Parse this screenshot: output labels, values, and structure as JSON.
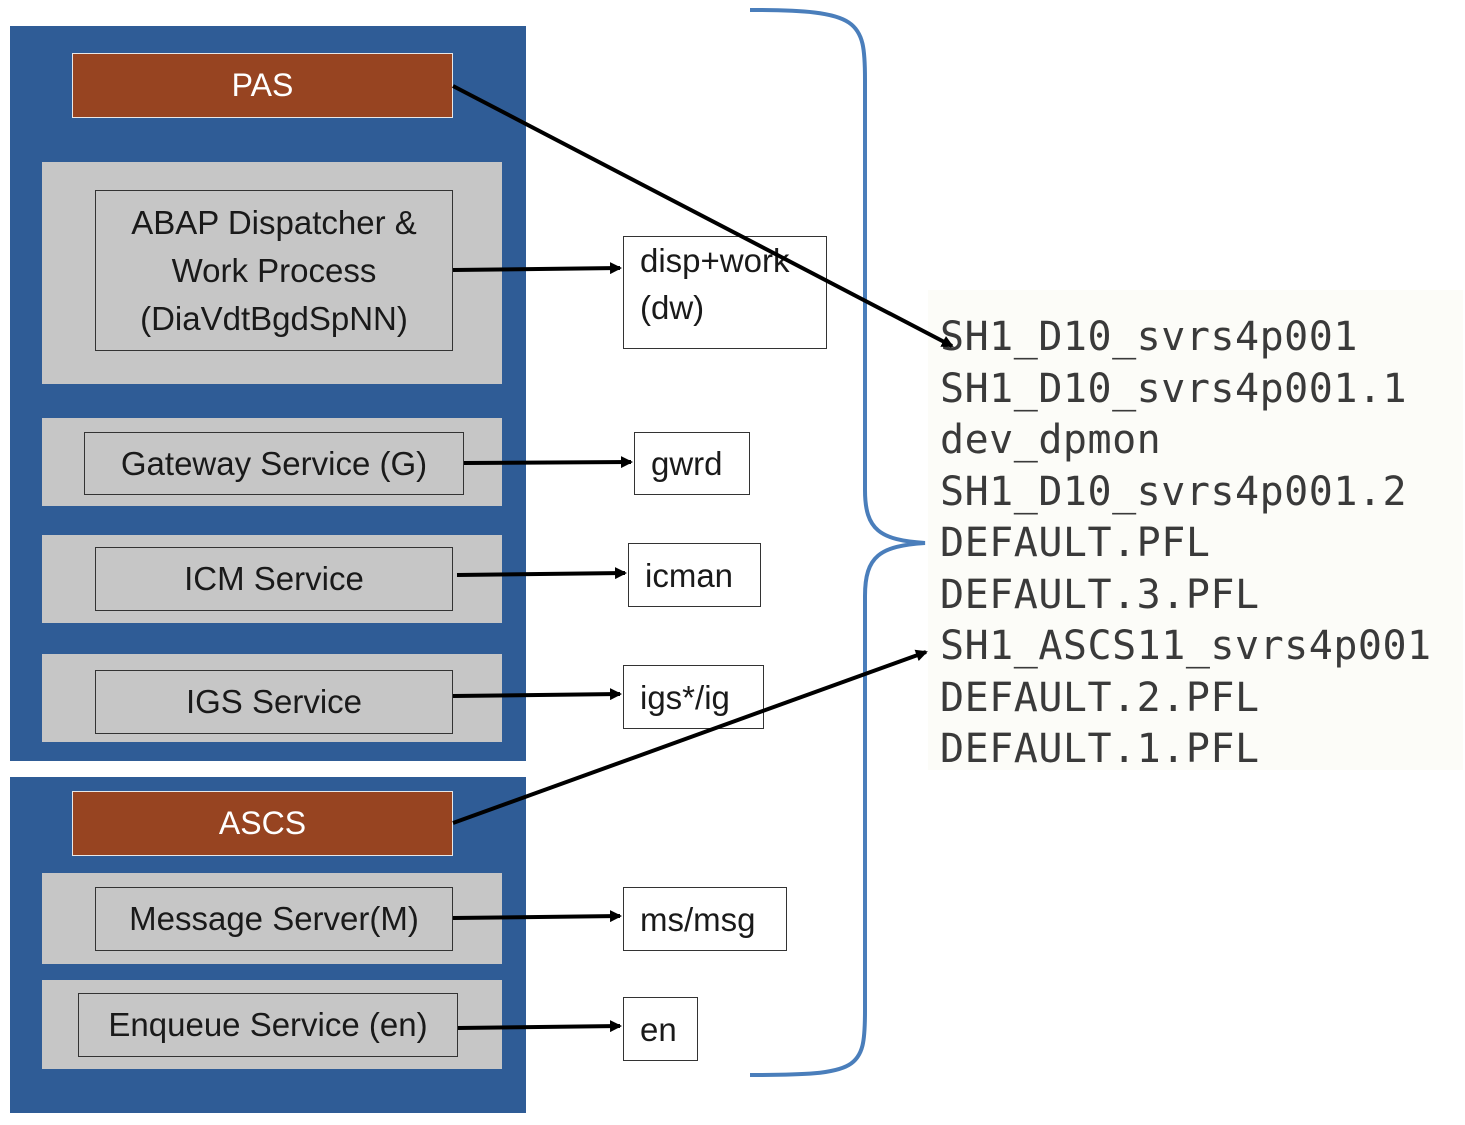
{
  "colors": {
    "panel_blue": "#2f5c96",
    "header_brown": "#974421",
    "component_gray": "#c6c6c6",
    "brace_blue": "#4a7ebb",
    "arrow": "#000000"
  },
  "pas": {
    "title": "PAS",
    "components": [
      {
        "id": "dispatcher",
        "lines": [
          "ABAP Dispatcher &",
          "Work Process",
          "(DiaVdtBgdSpNN)"
        ],
        "target_lines": [
          "disp+work",
          "(dw)"
        ]
      },
      {
        "id": "gateway",
        "lines": [
          "Gateway Service (G)"
        ],
        "target_lines": [
          "gwrd"
        ]
      },
      {
        "id": "icm",
        "lines": [
          "ICM Service"
        ],
        "target_lines": [
          "icman"
        ]
      },
      {
        "id": "igs",
        "lines": [
          "IGS Service"
        ],
        "target_lines": [
          "igs*/ig"
        ]
      }
    ]
  },
  "ascs": {
    "title": "ASCS",
    "components": [
      {
        "id": "message",
        "lines": [
          "Message Server(M)"
        ],
        "target_lines": [
          "ms/msg"
        ]
      },
      {
        "id": "enqueue",
        "lines": [
          "Enqueue Service (en)"
        ],
        "target_lines": [
          "en"
        ]
      }
    ]
  },
  "profile_files": [
    "SH1_D10_svrs4p001",
    "SH1_D10_svrs4p001.1",
    "dev_dpmon",
    "SH1_D10_svrs4p001.2",
    "DEFAULT.PFL",
    "DEFAULT.3.PFL",
    "SH1_ASCS11_svrs4p001",
    "DEFAULT.2.PFL",
    "DEFAULT.1.PFL"
  ]
}
